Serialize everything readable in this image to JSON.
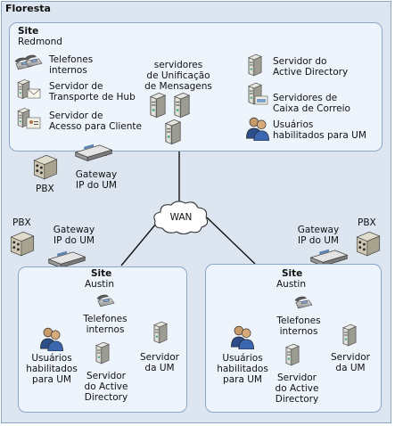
{
  "forest": {
    "label": "Floresta"
  },
  "redmond": {
    "site_label": "Site",
    "site_name": "Redmond",
    "phones": "Telefones\ninternos",
    "hub": "Servidor de\nTransporte de Hub",
    "cas": "Servidor de\nAcesso para Cliente",
    "um_servers": "servidores\nde Unificação\nde Mensagens",
    "ad": "Servidor do\nActive Directory",
    "mailbox": "Servidores de\nCaixa de Correio",
    "users": "Usuários\nhabilitados para UM"
  },
  "redmond_gateway": {
    "pbx": "PBX",
    "gateway": "Gateway\nIP do UM"
  },
  "wan": {
    "label": "WAN"
  },
  "austin_left": {
    "pbx": "PBX",
    "gateway": "Gateway\nIP do UM",
    "site_label": "Site",
    "site_name": "Austin",
    "phones": "Telefones\ninternos",
    "users": "Usuários\nhabilitados\npara UM",
    "ad": "Servidor\ndo Active\nDirectory",
    "um": "Servidor\nda UM"
  },
  "austin_right": {
    "pbx": "PBX",
    "gateway": "Gateway\nIP do UM",
    "site_label": "Site",
    "site_name": "Austin",
    "phones": "Telefones\ninternos",
    "users": "Usuários\nhabilitados\npara UM",
    "ad": "Servidor\ndo Active\nDirectory",
    "um": "Servidor\nda UM"
  },
  "colors": {
    "forest_bg": "#dde6f0",
    "site_bg": "#eef4fb",
    "site_border": "#8aa8cc"
  },
  "icons": [
    "phone-icon",
    "server-icon",
    "users-icon",
    "pbx-icon",
    "gateway-icon",
    "cloud-icon",
    "mail-icon",
    "contact-card-icon",
    "mailbox-server-icon"
  ]
}
